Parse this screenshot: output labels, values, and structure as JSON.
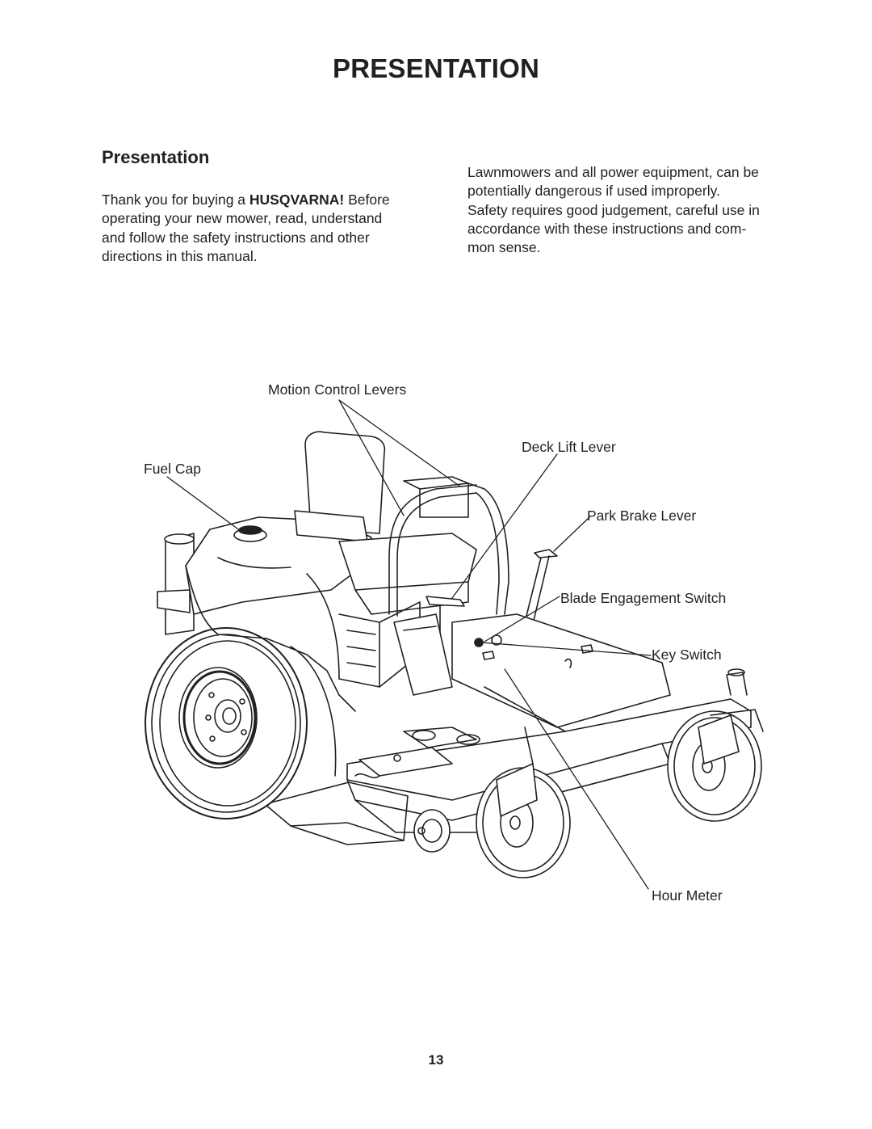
{
  "page": {
    "heading": "PRESENTATION",
    "section_title": "Presentation",
    "page_number": "13"
  },
  "intro": {
    "line1_before": "Thank you for buying a ",
    "brand": "HUSQVARNA!",
    "line1_after": " Before",
    "line2": "operating your new mower, read, understand",
    "line3": "and follow the safety instructions and other",
    "line4": "directions in this manual."
  },
  "safety": {
    "line1": "Lawnmowers and all power equipment, can be",
    "line2": "potentially dangerous if used improperly.",
    "line3": "Safety requires good judgement, careful use in",
    "line4": "accordance with these instructions and com-",
    "line5": "mon sense."
  },
  "callouts": {
    "motion_control_levers": "Motion Control Levers",
    "fuel_cap": "Fuel Cap",
    "deck_lift_lever": "Deck Lift Lever",
    "park_brake_lever": "Park Brake Lever",
    "blade_engagement_switch": "Blade Engagement Switch",
    "key_switch": "Key Switch",
    "hour_meter": "Hour Meter"
  }
}
